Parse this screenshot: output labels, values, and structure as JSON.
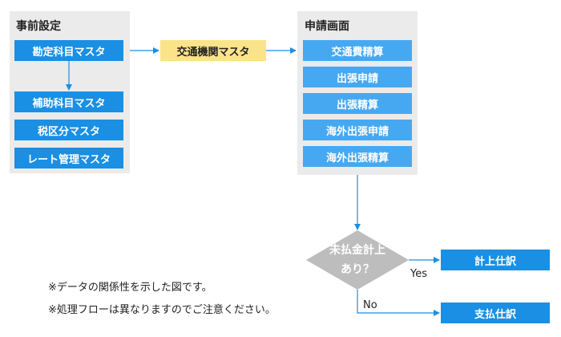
{
  "prereq": {
    "title": "事前設定",
    "items": [
      "勘定科目マスタ",
      "補助科目マスタ",
      "税区分マスタ",
      "レート管理マスタ"
    ]
  },
  "transport_master": "交通機関マスタ",
  "apply": {
    "title": "申請画面",
    "items": [
      "交通費精算",
      "出張申請",
      "出張精算",
      "海外出張申請",
      "海外出張精算"
    ]
  },
  "decision": {
    "line1": "未払金計上",
    "line2": "あり？"
  },
  "branches": {
    "yes_label": "Yes",
    "no_label": "No"
  },
  "results": {
    "yes": "計上仕訳",
    "no": "支払仕訳"
  },
  "notes": [
    "※データの関係性を示した図です。",
    "※処理フローは異なりますのでご注意ください。"
  ],
  "colors": {
    "box": "#1a8fe3",
    "box_light": "#47a8f2",
    "highlight": "#fbe38a",
    "panel": "#ebebeb",
    "decision": "#bdbdbd",
    "arrow": "#1a8fe3"
  }
}
